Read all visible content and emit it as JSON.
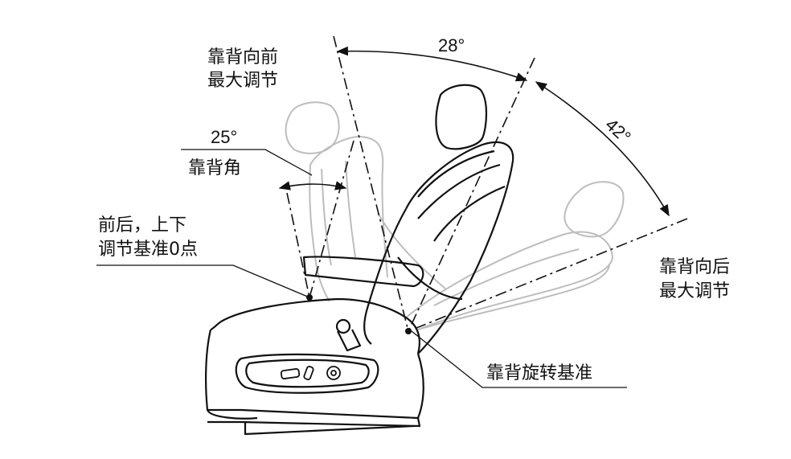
{
  "labels": {
    "forward_max_line1": "靠背向前",
    "forward_max_line2": "最大调节",
    "angle_28": "28°",
    "angle_42": "42°",
    "angle_25": "25°",
    "backrest_angle": "靠背角",
    "ref_point_line1": "前后，上下",
    "ref_point_line2": "调节基准0点",
    "backward_max_line1": "靠背向后",
    "backward_max_line2": "最大调节",
    "rotation_ref": "靠背旋转基准"
  },
  "colors": {
    "line": "#111111",
    "ghost": "#b8b8b8"
  }
}
